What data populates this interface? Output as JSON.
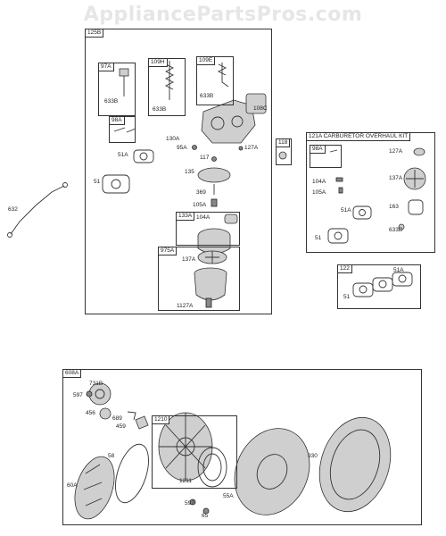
{
  "watermark": "AppliancePartsPros.com",
  "groups": {
    "carb_main": "125B",
    "g97a": "97A",
    "g109h": "109H",
    "g109e": "109E",
    "g98a": "98A",
    "g133a": "133A",
    "g975a": "975A",
    "g118": "118",
    "kit": "121A CARBURETOR OVERHAUL KIT",
    "kit98a": "98A",
    "g122": "122",
    "recoil": "608A",
    "g1210": "1210"
  },
  "labels": {
    "l633b_1": "633B",
    "l633b_2": "633B",
    "l633b_3": "633B",
    "l108c": "108C",
    "l130a": "130A",
    "l95a": "95A",
    "l127a": "127A",
    "l117": "117",
    "l51a": "51A",
    "l51": "51",
    "l135": "135",
    "l369": "369",
    "l105a": "105A",
    "l104a": "104A",
    "l137a": "137A",
    "l1127a": "1127A",
    "l632": "632",
    "k127a": "127A",
    "k137a": "137A",
    "k104a": "104A",
    "k105a": "105A",
    "k51a": "51A",
    "k163": "163",
    "k51": "51",
    "k633b": "633B",
    "p51a": "51A",
    "p51": "51",
    "r731b": "731B",
    "r597": "597",
    "r456": "456",
    "r689": "689",
    "r459": "459",
    "r58": "58",
    "r60a": "60A",
    "r1211": "1211",
    "r592": "592",
    "r65": "65",
    "r55a": "55A",
    "r930": "930"
  }
}
